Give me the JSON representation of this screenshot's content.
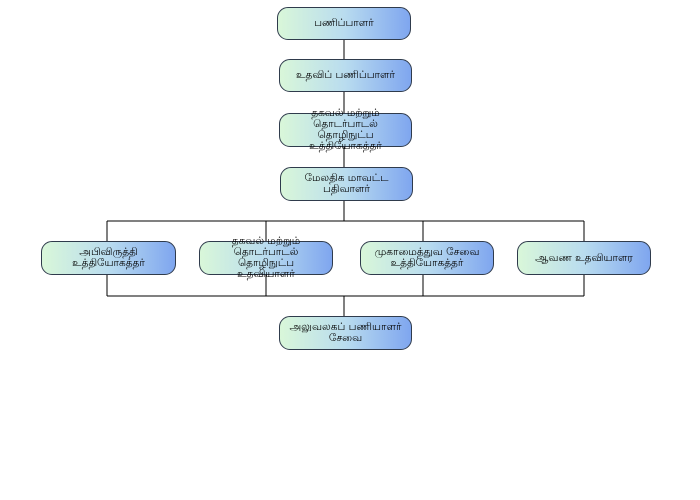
{
  "org_chart": {
    "chief": {
      "label": "பணிப்பாளர்"
    },
    "deputy": {
      "label": "உதவிப் பணிப்பாளர்"
    },
    "ict_officer": {
      "label": "தகவல் மற்றும்\nதொடர்பாடல் தொழிநுட்ப\nஉத்தியோகத்தர்"
    },
    "district_registrar": {
      "label": "மேலதிக மாவட்ட\nபதிவாளர்"
    },
    "dev_officer": {
      "label": "அபிவிருத்தி\nஉத்தியோகத்தர்"
    },
    "ict_assistant": {
      "label": "தகவல் மற்றும்\nதொடர்பாடல் தொழிநுட்ப\nஉதவியாளர்"
    },
    "mgmt_officer": {
      "label": "முகாமைத்துவ சேவை\nஉத்தியோகத்தர்"
    },
    "records_assistant": {
      "label": "ஆவண உதவியாளர"
    },
    "office_staff": {
      "label": "அலுவலகப் பணியாளர்\nசேவை"
    }
  },
  "colors": {
    "line": "#000000",
    "node_border": "#2f3b4c",
    "node_left": "#d9f7d9",
    "node_right": "#7fa6ef"
  }
}
